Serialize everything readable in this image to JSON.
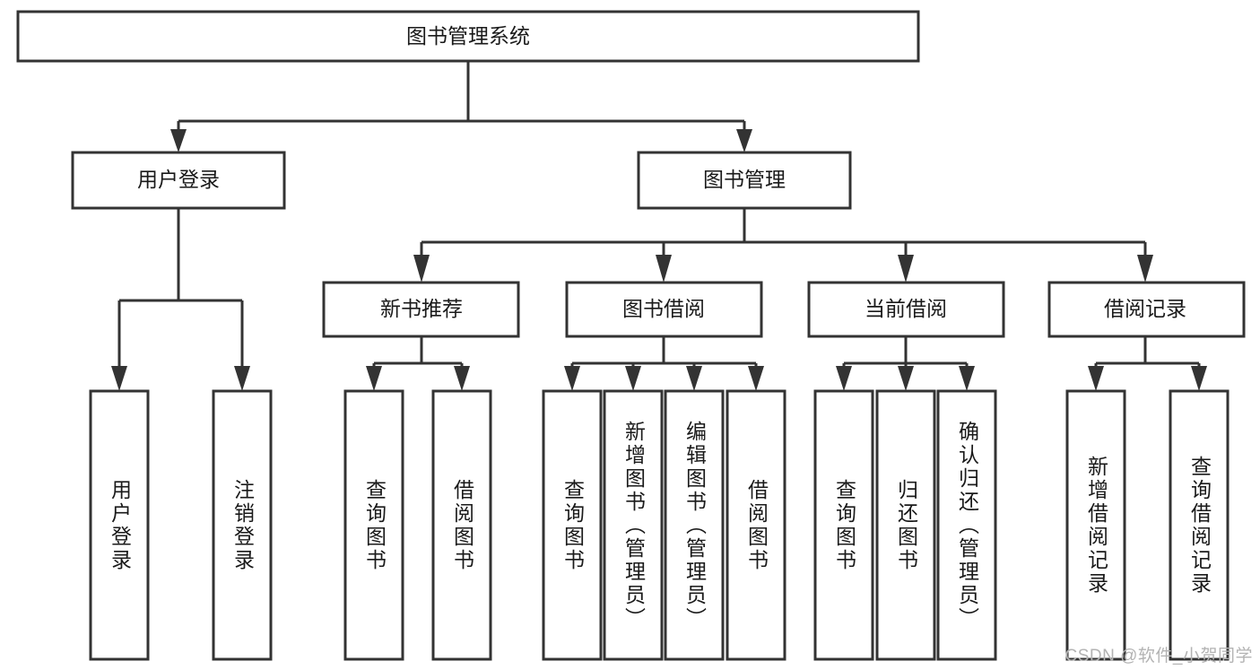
{
  "diagram": {
    "type": "tree",
    "title": "图书管理系统",
    "watermark": "CSDN @软件_小贺同学",
    "colors": {
      "stroke": "#333333",
      "fill": "#ffffff",
      "text": "#1a1a1a",
      "watermark": "#b3b3b3",
      "background": "#ffffff"
    },
    "nodes": {
      "root": {
        "label": "图书管理系统",
        "orientation": "horizontal"
      },
      "level2": [
        {
          "label": "用户登录",
          "orientation": "horizontal"
        },
        {
          "label": "图书管理",
          "orientation": "horizontal"
        }
      ],
      "level3": [
        {
          "label": "新书推荐",
          "orientation": "horizontal"
        },
        {
          "label": "图书借阅",
          "orientation": "horizontal"
        },
        {
          "label": "当前借阅",
          "orientation": "horizontal"
        },
        {
          "label": "借阅记录",
          "orientation": "horizontal"
        }
      ],
      "leaves_user_login": [
        {
          "label": "用户登录",
          "orientation": "vertical"
        },
        {
          "label": "注销登录",
          "orientation": "vertical"
        }
      ],
      "leaves_new_book": [
        {
          "label": "查询图书",
          "orientation": "vertical"
        },
        {
          "label": "借阅图书",
          "orientation": "vertical"
        }
      ],
      "leaves_borrow": [
        {
          "label": "查询图书",
          "orientation": "vertical"
        },
        {
          "label": "新增图书（管理员）",
          "orientation": "vertical"
        },
        {
          "label": "编辑图书（管理员）",
          "orientation": "vertical"
        },
        {
          "label": "借阅图书",
          "orientation": "vertical"
        }
      ],
      "leaves_current": [
        {
          "label": "查询图书",
          "orientation": "vertical"
        },
        {
          "label": "归还图书",
          "orientation": "vertical"
        },
        {
          "label": "确认归还（管理员）",
          "orientation": "vertical"
        }
      ],
      "leaves_records": [
        {
          "label": "新增借阅记录",
          "orientation": "vertical"
        },
        {
          "label": "查询借阅记录",
          "orientation": "vertical"
        }
      ]
    },
    "edges": [
      {
        "from": "root",
        "to": "用户登录"
      },
      {
        "from": "root",
        "to": "图书管理"
      },
      {
        "from": "用户登录",
        "to": "用户登录(叶)"
      },
      {
        "from": "用户登录",
        "to": "注销登录"
      },
      {
        "from": "图书管理",
        "to": "新书推荐"
      },
      {
        "from": "图书管理",
        "to": "图书借阅"
      },
      {
        "from": "图书管理",
        "to": "当前借阅"
      },
      {
        "from": "图书管理",
        "to": "借阅记录"
      },
      {
        "from": "新书推荐",
        "to": "查询图书"
      },
      {
        "from": "新书推荐",
        "to": "借阅图书"
      },
      {
        "from": "图书借阅",
        "to": "查询图书"
      },
      {
        "from": "图书借阅",
        "to": "新增图书（管理员）"
      },
      {
        "from": "图书借阅",
        "to": "编辑图书（管理员）"
      },
      {
        "from": "图书借阅",
        "to": "借阅图书"
      },
      {
        "from": "当前借阅",
        "to": "查询图书"
      },
      {
        "from": "当前借阅",
        "to": "归还图书"
      },
      {
        "from": "当前借阅",
        "to": "确认归还（管理员）"
      },
      {
        "from": "借阅记录",
        "to": "新增借阅记录"
      },
      {
        "from": "借阅记录",
        "to": "查询借阅记录"
      }
    ]
  }
}
